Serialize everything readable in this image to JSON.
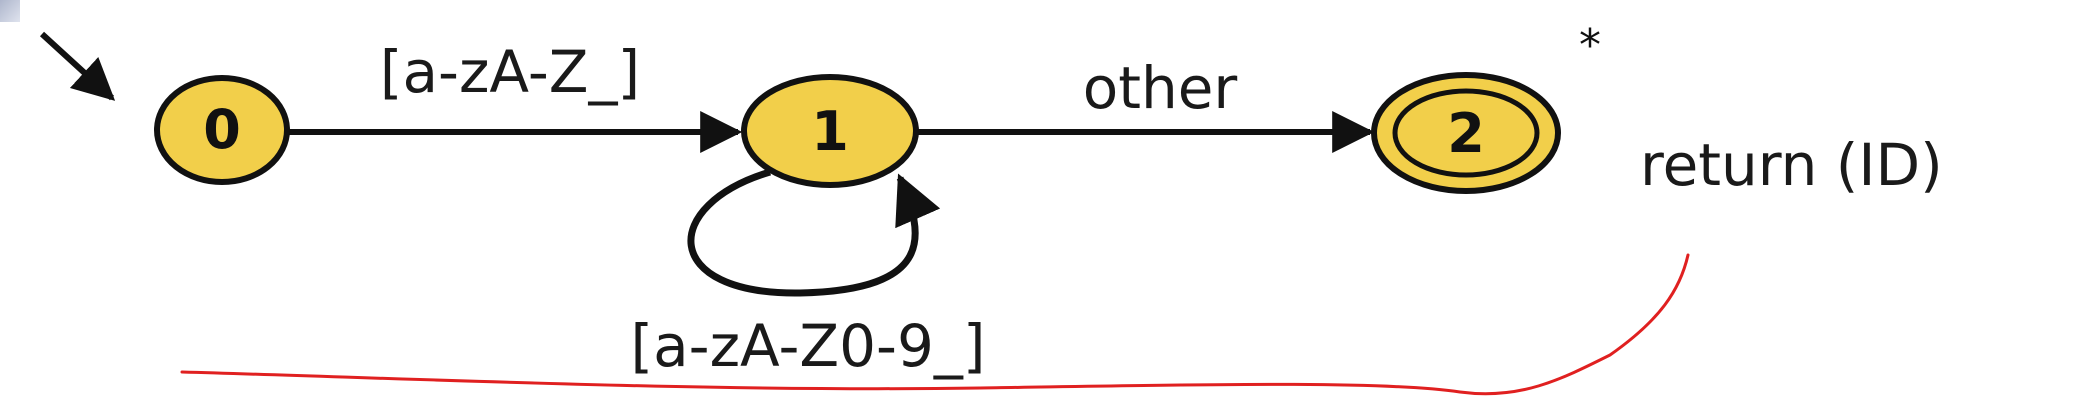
{
  "colors": {
    "state_fill": "#f2cf4a",
    "stroke": "#111111",
    "annotation": "#e02020",
    "corner_mark": "#aeb6cc"
  },
  "states": [
    {
      "id": "0",
      "label": "0",
      "start": true,
      "accepting": false
    },
    {
      "id": "1",
      "label": "1",
      "start": false,
      "accepting": false
    },
    {
      "id": "2",
      "label": "2",
      "start": false,
      "accepting": true,
      "marker": "*"
    }
  ],
  "transitions": [
    {
      "from": "0",
      "to": "1",
      "label": "[a-zA-Z_]"
    },
    {
      "from": "1",
      "to": "1",
      "label": "[a-zA-Z0-9_]"
    },
    {
      "from": "1",
      "to": "2",
      "label": "other"
    }
  ],
  "action": {
    "state": "2",
    "text": "return (ID)"
  },
  "annotation": {
    "type": "handwritten-underline",
    "color": "red"
  }
}
